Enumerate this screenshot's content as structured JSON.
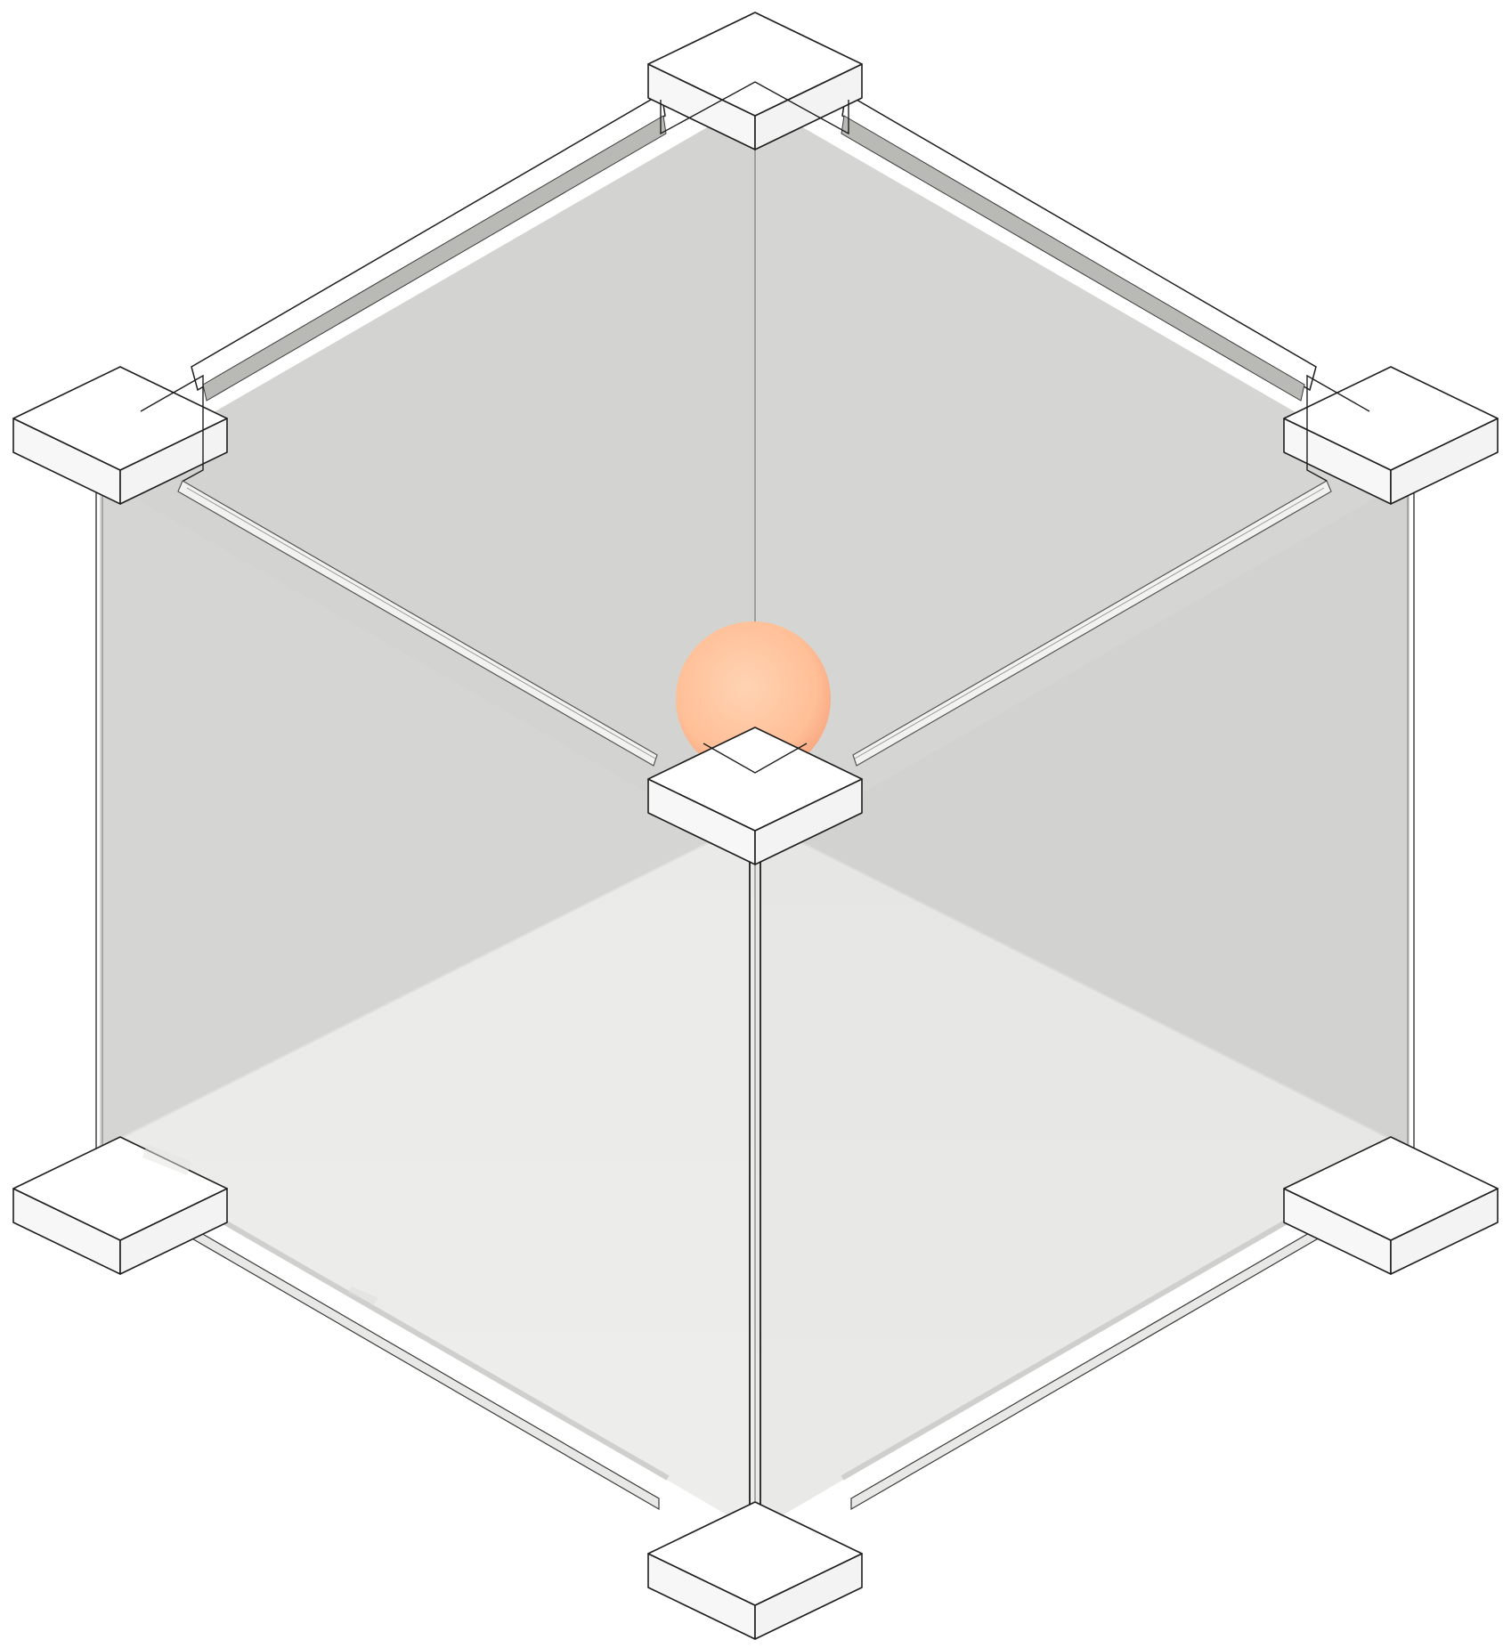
{
  "diagram": {
    "kind": "isometric-glass-cube",
    "colors": {
      "background": "#ffffff",
      "back_wall_left": "#d3d3d1",
      "back_wall_right": "#d5d5d3",
      "side_wall_left": "#d5d5d1",
      "side_wall_right": "#cececb",
      "floor": "#f5f5f4",
      "corner_block_top": "#ffffff",
      "corner_block_side": "#f7f7f7",
      "rail_shadow": "#b9bab6",
      "outline": "#1e1e1e",
      "sphere_light": "#ffd2b0",
      "sphere_dark": "#f9a77f"
    },
    "elements": {
      "corner_blocks": 6,
      "sphere": 1
    }
  }
}
